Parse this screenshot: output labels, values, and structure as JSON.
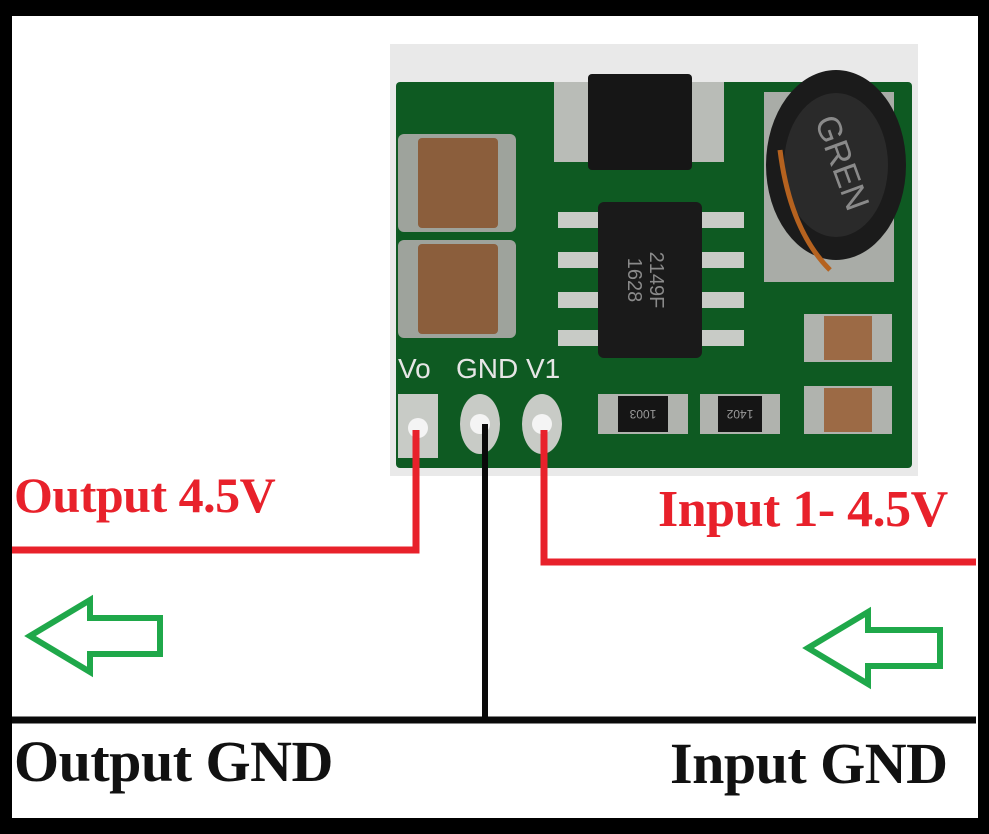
{
  "labels": {
    "output_voltage": "Output 4.5V",
    "input_voltage": "Input 1- 4.5V",
    "output_gnd": "Output GND",
    "input_gnd": "Input GND"
  },
  "board": {
    "pins": {
      "vo": "Vo",
      "gnd": "GND",
      "vi": "V1"
    },
    "ic_marking_line1": "2149F",
    "ic_marking_line2": "1628",
    "resistor_1": "1003",
    "resistor_2": "1402",
    "inductor_marking": "GREN"
  },
  "colors": {
    "power_wire": "#e8212b",
    "gnd_wire": "#0a0a0a",
    "arrow": "#1fa84a",
    "pcb": "#0e5a22"
  }
}
